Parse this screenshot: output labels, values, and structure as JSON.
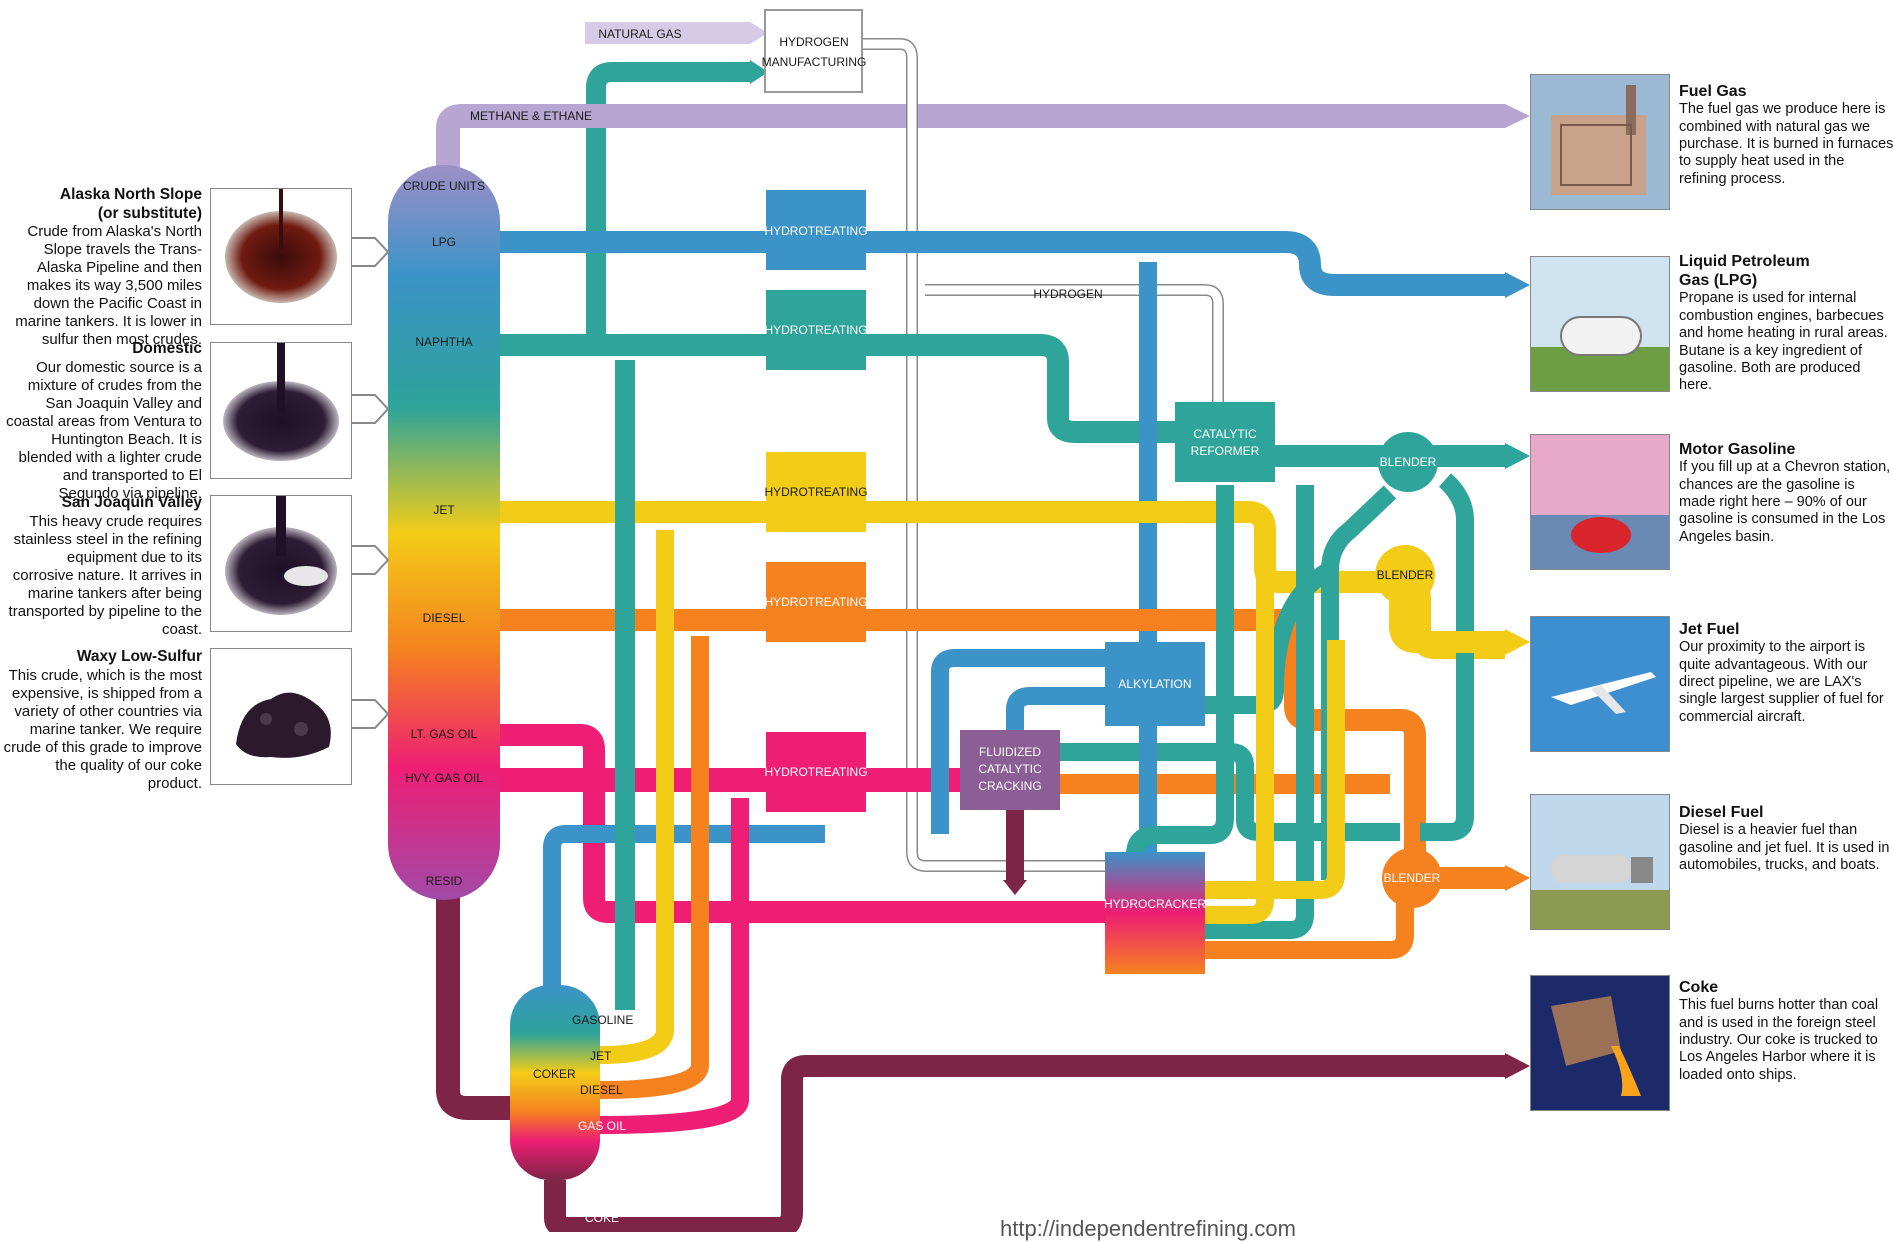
{
  "crudes": [
    {
      "title": "Alaska North Slope\n(or substitute)",
      "text": "Crude from Alaska's North Slope travels the Trans-Alaska Pipeline and then makes its way 3,500 miles down the Pacific Coast in marine tankers. It is lower in sulfur then most crudes."
    },
    {
      "title": "Domestic",
      "text": "Our domestic source is a mixture of crudes from the San Joaquin Valley and coastal areas from Ventura to Huntington Beach. It is blended with a lighter crude and transported to El Segundo via pipeline."
    },
    {
      "title": "San Joaquin Valley",
      "text": "This heavy crude requires stainless steel in the refining equipment due to its corrosive nature. It arrives in marine tankers after being transported by pipeline to the coast."
    },
    {
      "title": "Waxy Low-Sulfur",
      "text": "This crude, which is the most expensive, is shipped from a variety of other countries via marine tanker. We require crude of this grade to improve the quality of our coke product."
    }
  ],
  "products": [
    {
      "title": "Fuel Gas",
      "text": "The fuel gas we produce here is combined with natural gas we purchase. It is burned in furnaces to supply heat used in the refining process."
    },
    {
      "title": "Liquid Petroleum\nGas (LPG)",
      "text": "Propane is used for internal combustion engines, barbecues and home heating in rural areas. Butane is a key ingredient of gasoline. Both are produced here."
    },
    {
      "title": "Motor Gasoline",
      "text": "If you fill up at a Chevron station, chances are the gasoline is made right here – 90% of our gasoline is consumed in the Los Angeles basin."
    },
    {
      "title": "Jet Fuel",
      "text": "Our proximity to the airport is quite advantageous. With our direct pipeline, we are LAX's single largest supplier of fuel for commercial aircraft."
    },
    {
      "title": "Diesel Fuel",
      "text": "Diesel is a heavier fuel than gasoline and jet fuel. It is used in automobiles, trucks, and boats."
    },
    {
      "title": "Coke",
      "text": "This fuel burns hotter than coal and is used in the foreign steel industry. Our coke is trucked to Los Angeles Harbor where it is loaded onto ships."
    }
  ],
  "labels": {
    "natural_gas": "NATURAL GAS",
    "hydrogen_mfg_1": "HYDROGEN",
    "hydrogen_mfg_2": "MANUFACTURING",
    "methane": "METHANE & ETHANE",
    "crude_units": "CRUDE UNITS",
    "lpg": "LPG",
    "naphtha": "NAPHTHA",
    "jet": "JET",
    "diesel": "DIESEL",
    "lt_gas_oil": "LT. GAS OIL",
    "hvy_gas_oil": "HVY. GAS OIL",
    "resid": "RESID",
    "hydrotreating": "HYDROTREATING",
    "hydrogen": "HYDROGEN",
    "catalytic_1": "CATALYTIC",
    "catalytic_2": "REFORMER",
    "blender": "BLENDER",
    "alkylation": "ALKYLATION",
    "fcc_1": "FLUIDIZED",
    "fcc_2": "CATALYTIC",
    "fcc_3": "CRACKING",
    "hydrocracker": "HYDROCRACKER",
    "coker": "COKER",
    "gasoline": "GASOLINE",
    "coker_jet": "JET",
    "coker_diesel": "DIESEL",
    "gas_oil": "GAS OIL",
    "coke": "COKE"
  },
  "url": "http://independentrefining.com",
  "colors": {
    "purple": "#b7a6d2",
    "blue": "#3b93c7",
    "teal": "#2ea49a",
    "yellow": "#f3cc18",
    "orange": "#f5821f",
    "pink": "#ee1e74",
    "maroon": "#7e2447"
  },
  "icons": [
    "crude-oil-dish-icon",
    "refinery-icon",
    "propane-tank-icon",
    "car-icon",
    "airplane-icon",
    "truck-icon",
    "ladle-icon"
  ]
}
